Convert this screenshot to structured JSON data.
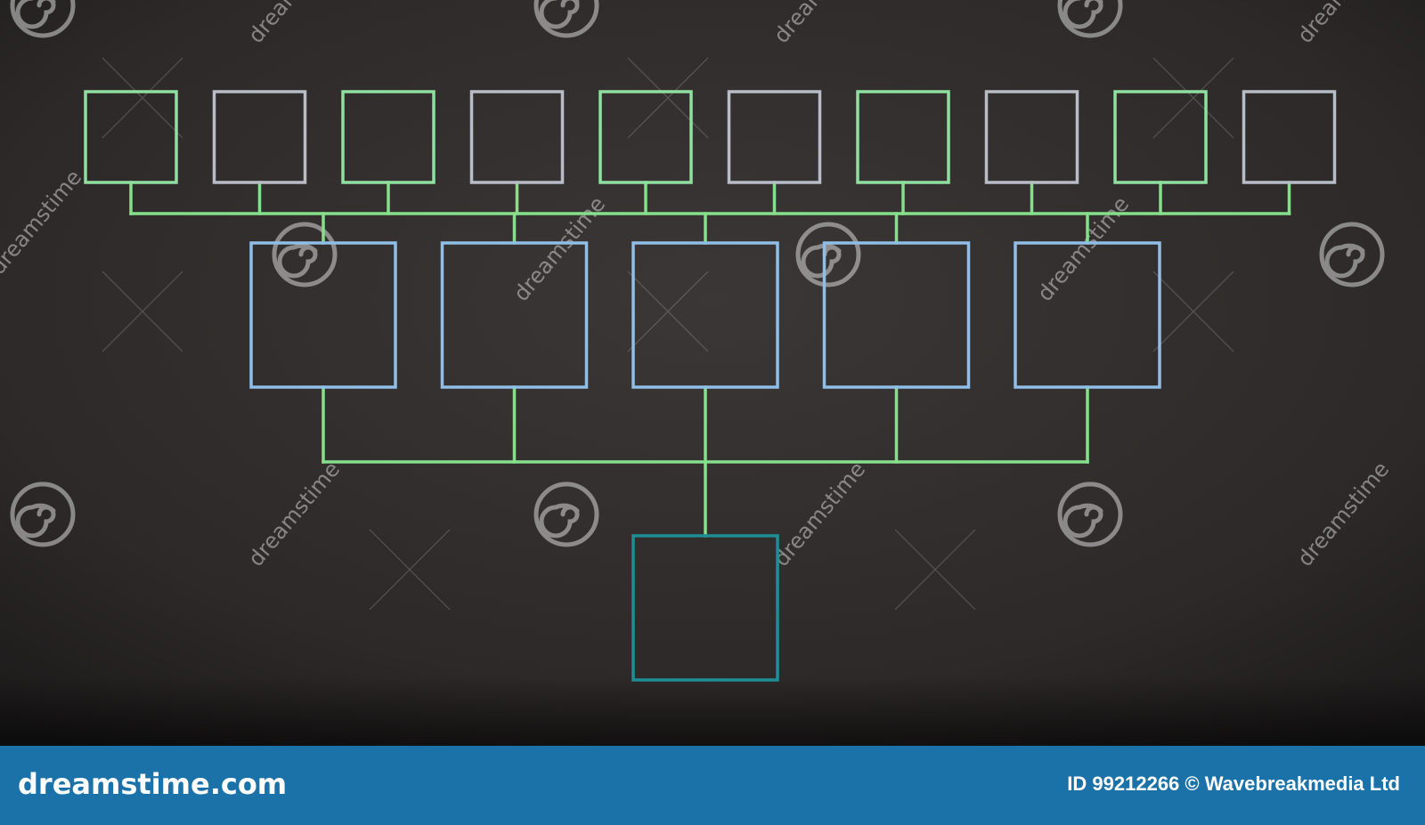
{
  "diagram": {
    "type": "family-tree-template",
    "levels": [
      {
        "level": "great-grandparents",
        "count": 10,
        "colors": [
          "#8fe0a0",
          "#b7bcc6",
          "#8fe0a0",
          "#b7bcc6",
          "#8fe0a0",
          "#b7bcc6",
          "#8fe0a0",
          "#b7bcc6",
          "#8fe0a0",
          "#b7bcc6"
        ]
      },
      {
        "level": "grandparents",
        "count": 5,
        "color": "#8fbfe8"
      },
      {
        "level": "root",
        "count": 1,
        "color": "#1e8e96"
      }
    ],
    "connector_color": "#86df8a",
    "background_color": "#2d2a29"
  },
  "watermark": {
    "text": "dreamstime",
    "icon": "spiral-logo-icon"
  },
  "footer": {
    "logo_text": "dreamstime.com",
    "credit": "ID 99212266 © Wavebreakmedia Ltd",
    "bar_color": "#1a72a8"
  }
}
